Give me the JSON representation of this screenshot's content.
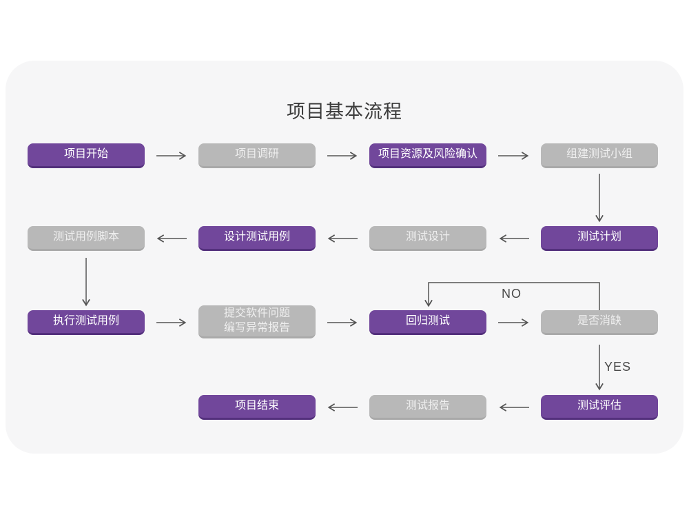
{
  "title": "项目基本流程",
  "nodes": [
    {
      "id": "project-start",
      "label": "项目开始",
      "type": "primary"
    },
    {
      "id": "project-research",
      "label": "项目调研",
      "type": "muted"
    },
    {
      "id": "resources-risk-confirm",
      "label": "项目资源及风险确认",
      "type": "primary"
    },
    {
      "id": "form-test-team",
      "label": "组建测试小组",
      "type": "muted"
    },
    {
      "id": "test-plan",
      "label": "测试计划",
      "type": "primary"
    },
    {
      "id": "test-design",
      "label": "测试设计",
      "type": "muted"
    },
    {
      "id": "design-test-cases",
      "label": "设计测试用例",
      "type": "primary"
    },
    {
      "id": "test-case-scripts",
      "label": "测试用例脚本",
      "type": "muted"
    },
    {
      "id": "execute-test-cases",
      "label": "执行测试用例",
      "type": "primary"
    },
    {
      "id": "submit-issues-report",
      "label": "提交软件问题\n编写异常报告",
      "type": "muted"
    },
    {
      "id": "regression-test",
      "label": "回归测试",
      "type": "primary"
    },
    {
      "id": "defect-cleared",
      "label": "是否消缺",
      "type": "muted"
    },
    {
      "id": "test-evaluation",
      "label": "测试评估",
      "type": "primary"
    },
    {
      "id": "test-report",
      "label": "测试报告",
      "type": "muted"
    },
    {
      "id": "project-end",
      "label": "项目结束",
      "type": "primary"
    }
  ],
  "labels": {
    "no": "NO",
    "yes": "YES"
  },
  "colors": {
    "primary": "#71479B",
    "primary_edge": "#53307C",
    "muted": "#B8B8B8",
    "muted_edge": "#A9A9A9",
    "card_bg": "#F6F6F7",
    "arrow": "#555555",
    "title_text": "#3B3B3B"
  }
}
